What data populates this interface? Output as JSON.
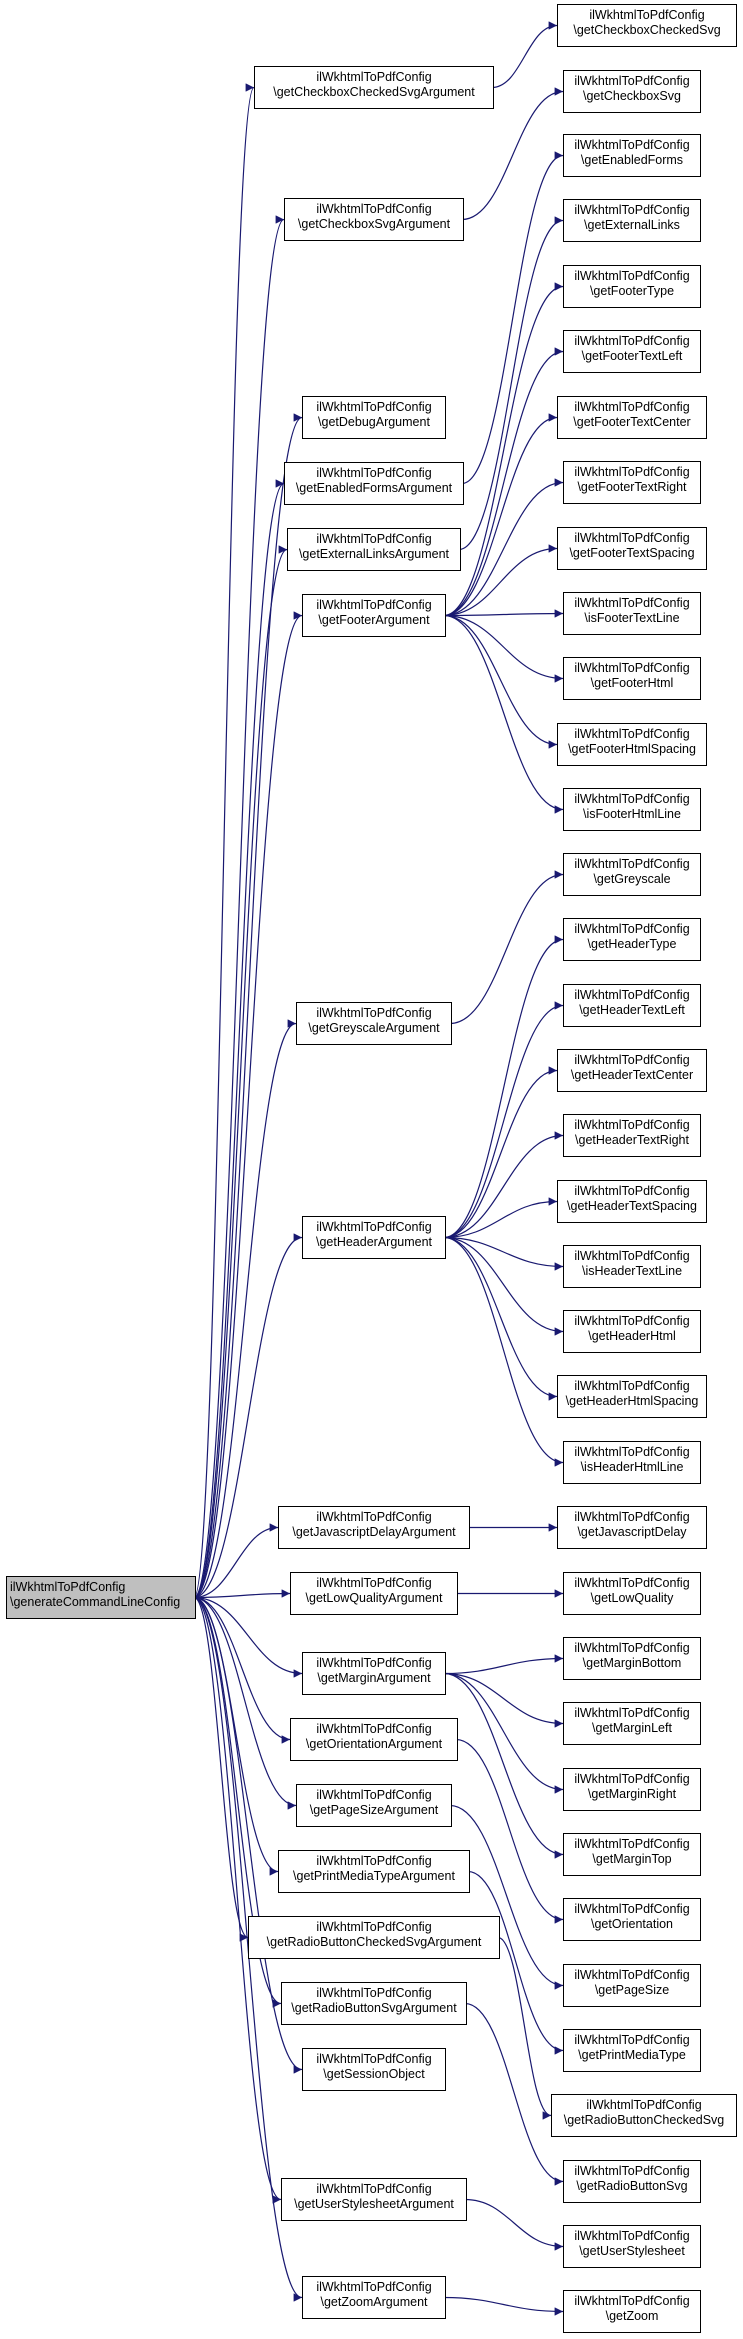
{
  "colors": {
    "edge": "#191970",
    "node_border": "#000000",
    "node_fill": "#ffffff",
    "root_fill": "#bfbfbf"
  },
  "nodes": [
    {
      "id": "root",
      "class": "ilWkhtmlToPdfConfig",
      "method": "\\generateCommandLineConfig",
      "root": true
    },
    {
      "id": "getCheckboxCheckedSvgArgument",
      "class": "ilWkhtmlToPdfConfig",
      "method": "\\getCheckboxCheckedSvgArgument"
    },
    {
      "id": "getCheckboxSvgArgument",
      "class": "ilWkhtmlToPdfConfig",
      "method": "\\getCheckboxSvgArgument"
    },
    {
      "id": "getDebugArgument",
      "class": "ilWkhtmlToPdfConfig",
      "method": "\\getDebugArgument"
    },
    {
      "id": "getEnabledFormsArgument",
      "class": "ilWkhtmlToPdfConfig",
      "method": "\\getEnabledFormsArgument"
    },
    {
      "id": "getExternalLinksArgument",
      "class": "ilWkhtmlToPdfConfig",
      "method": "\\getExternalLinksArgument"
    },
    {
      "id": "getFooterArgument",
      "class": "ilWkhtmlToPdfConfig",
      "method": "\\getFooterArgument"
    },
    {
      "id": "getGreyscaleArgument",
      "class": "ilWkhtmlToPdfConfig",
      "method": "\\getGreyscaleArgument"
    },
    {
      "id": "getHeaderArgument",
      "class": "ilWkhtmlToPdfConfig",
      "method": "\\getHeaderArgument"
    },
    {
      "id": "getJavascriptDelayArgument",
      "class": "ilWkhtmlToPdfConfig",
      "method": "\\getJavascriptDelayArgument"
    },
    {
      "id": "getLowQualityArgument",
      "class": "ilWkhtmlToPdfConfig",
      "method": "\\getLowQualityArgument"
    },
    {
      "id": "getMarginArgument",
      "class": "ilWkhtmlToPdfConfig",
      "method": "\\getMarginArgument"
    },
    {
      "id": "getOrientationArgument",
      "class": "ilWkhtmlToPdfConfig",
      "method": "\\getOrientationArgument"
    },
    {
      "id": "getPageSizeArgument",
      "class": "ilWkhtmlToPdfConfig",
      "method": "\\getPageSizeArgument"
    },
    {
      "id": "getPrintMediaTypeArgument",
      "class": "ilWkhtmlToPdfConfig",
      "method": "\\getPrintMediaTypeArgument"
    },
    {
      "id": "getRadioButtonCheckedSvgArgument",
      "class": "ilWkhtmlToPdfConfig",
      "method": "\\getRadioButtonCheckedSvgArgument"
    },
    {
      "id": "getRadioButtonSvgArgument",
      "class": "ilWkhtmlToPdfConfig",
      "method": "\\getRadioButtonSvgArgument"
    },
    {
      "id": "getSessionObject",
      "class": "ilWkhtmlToPdfConfig",
      "method": "\\getSessionObject"
    },
    {
      "id": "getUserStylesheetArgument",
      "class": "ilWkhtmlToPdfConfig",
      "method": "\\getUserStylesheetArgument"
    },
    {
      "id": "getZoomArgument",
      "class": "ilWkhtmlToPdfConfig",
      "method": "\\getZoomArgument"
    },
    {
      "id": "getCheckboxCheckedSvg",
      "class": "ilWkhtmlToPdfConfig",
      "method": "\\getCheckboxCheckedSvg"
    },
    {
      "id": "getCheckboxSvg",
      "class": "ilWkhtmlToPdfConfig",
      "method": "\\getCheckboxSvg"
    },
    {
      "id": "getEnabledForms",
      "class": "ilWkhtmlToPdfConfig",
      "method": "\\getEnabledForms"
    },
    {
      "id": "getExternalLinks",
      "class": "ilWkhtmlToPdfConfig",
      "method": "\\getExternalLinks"
    },
    {
      "id": "getFooterType",
      "class": "ilWkhtmlToPdfConfig",
      "method": "\\getFooterType"
    },
    {
      "id": "getFooterTextLeft",
      "class": "ilWkhtmlToPdfConfig",
      "method": "\\getFooterTextLeft"
    },
    {
      "id": "getFooterTextCenter",
      "class": "ilWkhtmlToPdfConfig",
      "method": "\\getFooterTextCenter"
    },
    {
      "id": "getFooterTextRight",
      "class": "ilWkhtmlToPdfConfig",
      "method": "\\getFooterTextRight"
    },
    {
      "id": "getFooterTextSpacing",
      "class": "ilWkhtmlToPdfConfig",
      "method": "\\getFooterTextSpacing"
    },
    {
      "id": "isFooterTextLine",
      "class": "ilWkhtmlToPdfConfig",
      "method": "\\isFooterTextLine"
    },
    {
      "id": "getFooterHtml",
      "class": "ilWkhtmlToPdfConfig",
      "method": "\\getFooterHtml"
    },
    {
      "id": "getFooterHtmlSpacing",
      "class": "ilWkhtmlToPdfConfig",
      "method": "\\getFooterHtmlSpacing"
    },
    {
      "id": "isFooterHtmlLine",
      "class": "ilWkhtmlToPdfConfig",
      "method": "\\isFooterHtmlLine"
    },
    {
      "id": "getGreyscale",
      "class": "ilWkhtmlToPdfConfig",
      "method": "\\getGreyscale"
    },
    {
      "id": "getHeaderType",
      "class": "ilWkhtmlToPdfConfig",
      "method": "\\getHeaderType"
    },
    {
      "id": "getHeaderTextLeft",
      "class": "ilWkhtmlToPdfConfig",
      "method": "\\getHeaderTextLeft"
    },
    {
      "id": "getHeaderTextCenter",
      "class": "ilWkhtmlToPdfConfig",
      "method": "\\getHeaderTextCenter"
    },
    {
      "id": "getHeaderTextRight",
      "class": "ilWkhtmlToPdfConfig",
      "method": "\\getHeaderTextRight"
    },
    {
      "id": "getHeaderTextSpacing",
      "class": "ilWkhtmlToPdfConfig",
      "method": "\\getHeaderTextSpacing"
    },
    {
      "id": "isHeaderTextLine",
      "class": "ilWkhtmlToPdfConfig",
      "method": "\\isHeaderTextLine"
    },
    {
      "id": "getHeaderHtml",
      "class": "ilWkhtmlToPdfConfig",
      "method": "\\getHeaderHtml"
    },
    {
      "id": "getHeaderHtmlSpacing",
      "class": "ilWkhtmlToPdfConfig",
      "method": "\\getHeaderHtmlSpacing"
    },
    {
      "id": "isHeaderHtmlLine",
      "class": "ilWkhtmlToPdfConfig",
      "method": "\\isHeaderHtmlLine"
    },
    {
      "id": "getJavascriptDelay",
      "class": "ilWkhtmlToPdfConfig",
      "method": "\\getJavascriptDelay"
    },
    {
      "id": "getLowQuality",
      "class": "ilWkhtmlToPdfConfig",
      "method": "\\getLowQuality"
    },
    {
      "id": "getMarginBottom",
      "class": "ilWkhtmlToPdfConfig",
      "method": "\\getMarginBottom"
    },
    {
      "id": "getMarginLeft",
      "class": "ilWkhtmlToPdfConfig",
      "method": "\\getMarginLeft"
    },
    {
      "id": "getMarginRight",
      "class": "ilWkhtmlToPdfConfig",
      "method": "\\getMarginRight"
    },
    {
      "id": "getMarginTop",
      "class": "ilWkhtmlToPdfConfig",
      "method": "\\getMarginTop"
    },
    {
      "id": "getOrientation",
      "class": "ilWkhtmlToPdfConfig",
      "method": "\\getOrientation"
    },
    {
      "id": "getPageSize",
      "class": "ilWkhtmlToPdfConfig",
      "method": "\\getPageSize"
    },
    {
      "id": "getPrintMediaType",
      "class": "ilWkhtmlToPdfConfig",
      "method": "\\getPrintMediaType"
    },
    {
      "id": "getRadioButtonCheckedSvg",
      "class": "ilWkhtmlToPdfConfig",
      "method": "\\getRadioButtonCheckedSvg"
    },
    {
      "id": "getRadioButtonSvg",
      "class": "ilWkhtmlToPdfConfig",
      "method": "\\getRadioButtonSvg"
    },
    {
      "id": "getUserStylesheet",
      "class": "ilWkhtmlToPdfConfig",
      "method": "\\getUserStylesheet"
    },
    {
      "id": "getZoom",
      "class": "ilWkhtmlToPdfConfig",
      "method": "\\getZoom"
    }
  ],
  "edges": [
    [
      "root",
      "getCheckboxCheckedSvgArgument"
    ],
    [
      "root",
      "getCheckboxSvgArgument"
    ],
    [
      "root",
      "getDebugArgument"
    ],
    [
      "root",
      "getEnabledFormsArgument"
    ],
    [
      "root",
      "getExternalLinksArgument"
    ],
    [
      "root",
      "getFooterArgument"
    ],
    [
      "root",
      "getGreyscaleArgument"
    ],
    [
      "root",
      "getHeaderArgument"
    ],
    [
      "root",
      "getJavascriptDelayArgument"
    ],
    [
      "root",
      "getLowQualityArgument"
    ],
    [
      "root",
      "getMarginArgument"
    ],
    [
      "root",
      "getOrientationArgument"
    ],
    [
      "root",
      "getPageSizeArgument"
    ],
    [
      "root",
      "getPrintMediaTypeArgument"
    ],
    [
      "root",
      "getRadioButtonCheckedSvgArgument"
    ],
    [
      "root",
      "getRadioButtonSvgArgument"
    ],
    [
      "root",
      "getSessionObject"
    ],
    [
      "root",
      "getUserStylesheetArgument"
    ],
    [
      "root",
      "getZoomArgument"
    ],
    [
      "getCheckboxCheckedSvgArgument",
      "getCheckboxCheckedSvg"
    ],
    [
      "getCheckboxSvgArgument",
      "getCheckboxSvg"
    ],
    [
      "getEnabledFormsArgument",
      "getEnabledForms"
    ],
    [
      "getExternalLinksArgument",
      "getExternalLinks"
    ],
    [
      "getFooterArgument",
      "getFooterType"
    ],
    [
      "getFooterArgument",
      "getFooterTextLeft"
    ],
    [
      "getFooterArgument",
      "getFooterTextCenter"
    ],
    [
      "getFooterArgument",
      "getFooterTextRight"
    ],
    [
      "getFooterArgument",
      "getFooterTextSpacing"
    ],
    [
      "getFooterArgument",
      "isFooterTextLine"
    ],
    [
      "getFooterArgument",
      "getFooterHtml"
    ],
    [
      "getFooterArgument",
      "getFooterHtmlSpacing"
    ],
    [
      "getFooterArgument",
      "isFooterHtmlLine"
    ],
    [
      "getGreyscaleArgument",
      "getGreyscale"
    ],
    [
      "getHeaderArgument",
      "getHeaderType"
    ],
    [
      "getHeaderArgument",
      "getHeaderTextLeft"
    ],
    [
      "getHeaderArgument",
      "getHeaderTextCenter"
    ],
    [
      "getHeaderArgument",
      "getHeaderTextRight"
    ],
    [
      "getHeaderArgument",
      "getHeaderTextSpacing"
    ],
    [
      "getHeaderArgument",
      "isHeaderTextLine"
    ],
    [
      "getHeaderArgument",
      "getHeaderHtml"
    ],
    [
      "getHeaderArgument",
      "getHeaderHtmlSpacing"
    ],
    [
      "getHeaderArgument",
      "isHeaderHtmlLine"
    ],
    [
      "getJavascriptDelayArgument",
      "getJavascriptDelay"
    ],
    [
      "getLowQualityArgument",
      "getLowQuality"
    ],
    [
      "getMarginArgument",
      "getMarginBottom"
    ],
    [
      "getMarginArgument",
      "getMarginLeft"
    ],
    [
      "getMarginArgument",
      "getMarginRight"
    ],
    [
      "getMarginArgument",
      "getMarginTop"
    ],
    [
      "getOrientationArgument",
      "getOrientation"
    ],
    [
      "getPageSizeArgument",
      "getPageSize"
    ],
    [
      "getPrintMediaTypeArgument",
      "getPrintMediaType"
    ],
    [
      "getRadioButtonCheckedSvgArgument",
      "getRadioButtonCheckedSvg"
    ],
    [
      "getRadioButtonSvgArgument",
      "getRadioButtonSvg"
    ],
    [
      "getUserStylesheetArgument",
      "getUserStylesheet"
    ],
    [
      "getZoomArgument",
      "getZoom"
    ]
  ]
}
